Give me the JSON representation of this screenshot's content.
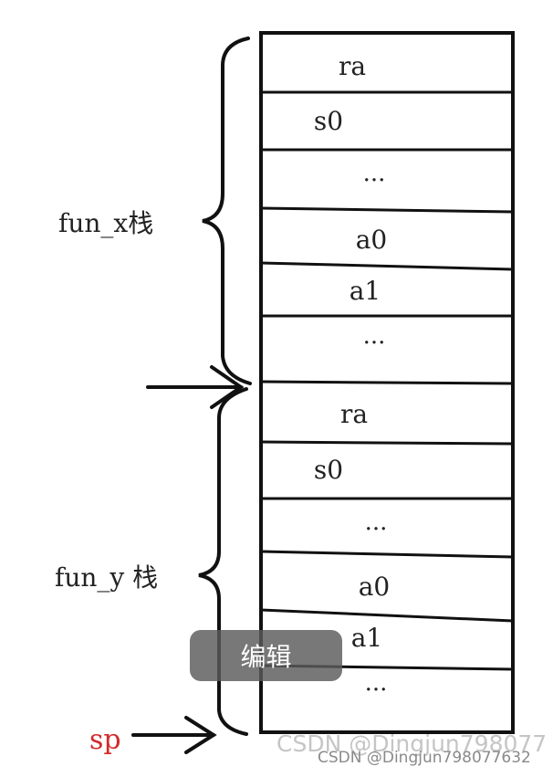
{
  "stack": {
    "fun_x_label": "fun_x栈",
    "fun_y_label": "fun_y 栈",
    "sp_label": "sp",
    "cells": [
      "ra",
      "s0",
      "...",
      "a0",
      "a1",
      "...",
      "ra",
      "s0",
      "...",
      "a0",
      "a1",
      "..."
    ]
  },
  "edit_button": {
    "label": "编辑"
  },
  "watermark": {
    "main": "CSDN @Dingjun798077",
    "small": "CSDN @Dingjun798077632"
  }
}
